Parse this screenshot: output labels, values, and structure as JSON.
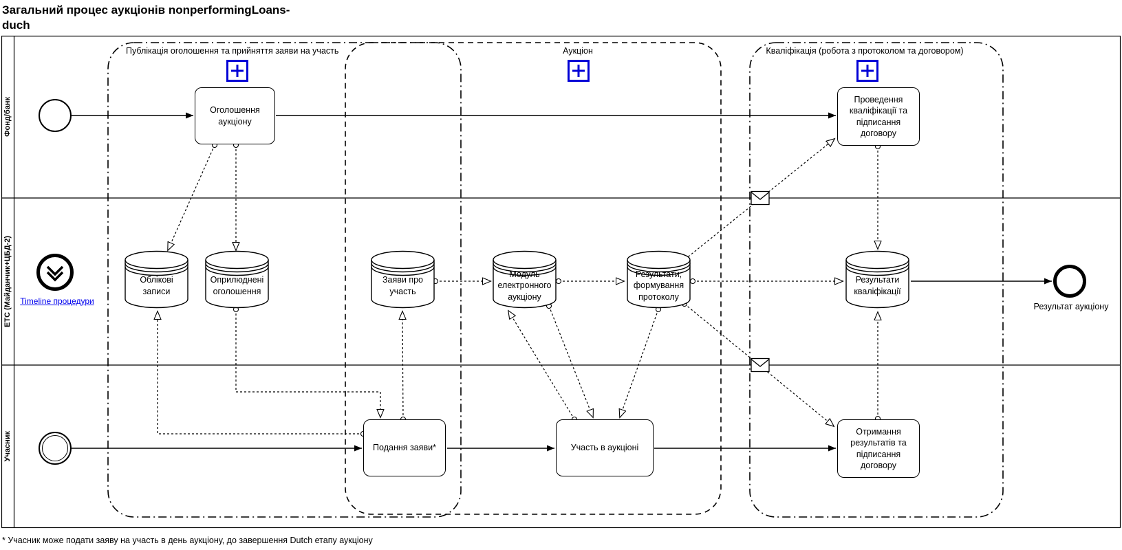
{
  "title": "Загальний процес аукціонів nonperformingLoans-duch",
  "footnote": "* Учасник може подати заяву на участь в день аукціону, до завершення Dutch етапу аукціону",
  "colors": {
    "subprocess_icon_blue": "#0100d6",
    "timeline_link_blue": "#0000ee",
    "diagram_stroke": "#000000"
  },
  "pool": {
    "lanes": [
      {
        "label": "Фонд/банк"
      },
      {
        "label": "ЕТС (Майданчик+ЦБД-2)"
      },
      {
        "label": "Учасник"
      }
    ]
  },
  "groups": [
    {
      "label": "Публікація оголошення та прийняття заяви на участь"
    },
    {
      "label": "Аукціон"
    },
    {
      "label": "Кваліфікація (робота з протоколом та договором)"
    }
  ],
  "tasks": {
    "announce": "Оголошення аукціону",
    "qualify": "Проведення кваліфікації та підписання договору",
    "submit": "Подання заяви*",
    "participate": "Участь в аукціоні",
    "receive": "Отримання результатів та підписання договору"
  },
  "datastores": {
    "accounts": "Облікові записи",
    "published": "Оприлюднені оголошення",
    "applications": "Заяви про участь",
    "module": "Модуль електронного аукціону",
    "results_protocol": "Результати, формування протоколу",
    "results_qualification": "Результати кваліфікації"
  },
  "events": {
    "auction_result_label": "Результат аукціону"
  },
  "link": {
    "timeline_label": "Timeline процедури"
  }
}
